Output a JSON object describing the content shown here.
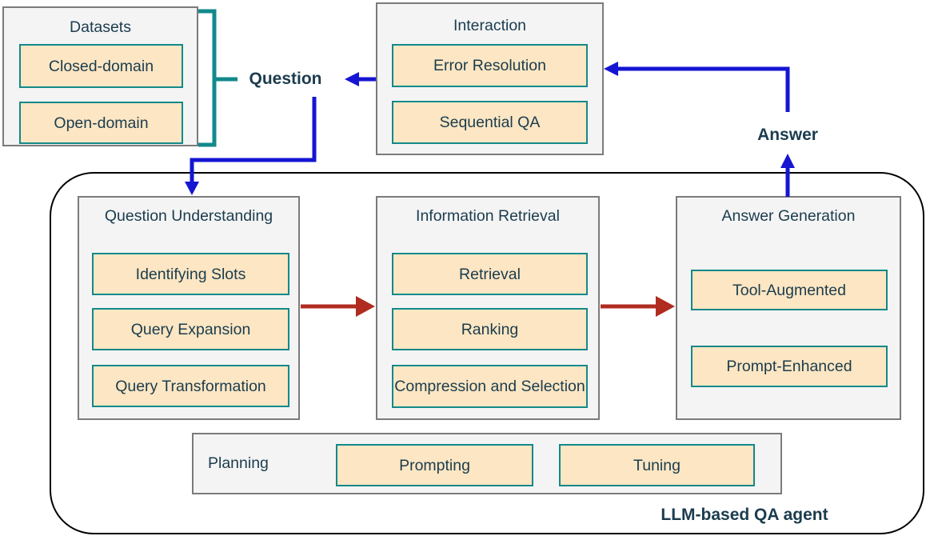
{
  "colors": {
    "blue_arrow": "#1515d2",
    "red_arrow": "#b02b20",
    "teal_accent": "#12898b",
    "chip_fill": "#fce6c3",
    "panel_fill": "#f4f4f4",
    "panel_border": "#7b7b7b",
    "text": "#1b3c4e",
    "agent_border": "#000000"
  },
  "datasets": {
    "title": "Datasets",
    "items": [
      "Closed-domain",
      "Open-domain"
    ]
  },
  "interaction": {
    "title": "Interaction",
    "items": [
      "Error Resolution",
      "Sequential QA"
    ]
  },
  "labels": {
    "question": "Question",
    "answer": "Answer",
    "agent": "LLM-based QA agent"
  },
  "agent": {
    "question_understanding": {
      "title": "Question Understanding",
      "items": [
        "Identifying Slots",
        "Query Expansion",
        "Query Transformation"
      ]
    },
    "information_retrieval": {
      "title": "Information Retrieval",
      "items": [
        "Retrieval",
        "Ranking",
        "Compression and Selection"
      ]
    },
    "answer_generation": {
      "title": "Answer Generation",
      "items": [
        "Tool-Augmented",
        "Prompt-Enhanced"
      ]
    },
    "planning": {
      "title": "Planning",
      "items": [
        "Prompting",
        "Tuning"
      ]
    }
  }
}
